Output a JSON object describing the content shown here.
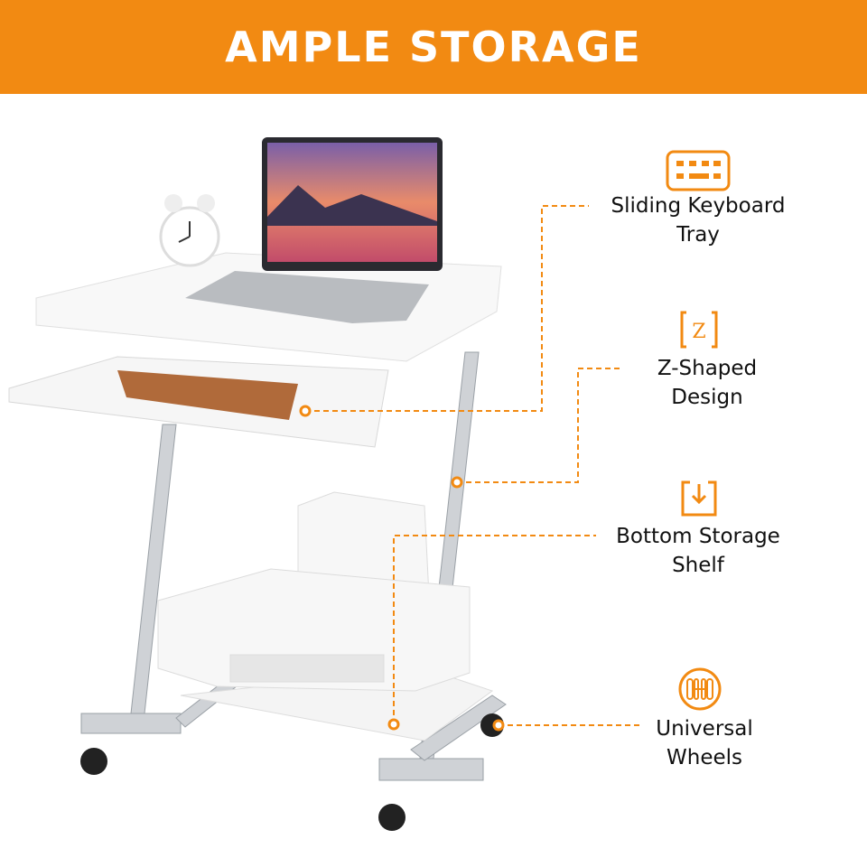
{
  "banner": {
    "title": "AMPLE STORAGE"
  },
  "accent": "#F28A12",
  "features": [
    {
      "icon": "keyboard-icon",
      "line1": "Sliding Keyboard",
      "line2": "Tray"
    },
    {
      "icon": "z-shape-icon",
      "line1": "Z-Shaped",
      "line2": "Design"
    },
    {
      "icon": "download-tray-icon",
      "line1": "Bottom Storage",
      "line2": "Shelf"
    },
    {
      "icon": "wheel-icon",
      "line1": "Universal",
      "line2": "Wheels"
    }
  ]
}
